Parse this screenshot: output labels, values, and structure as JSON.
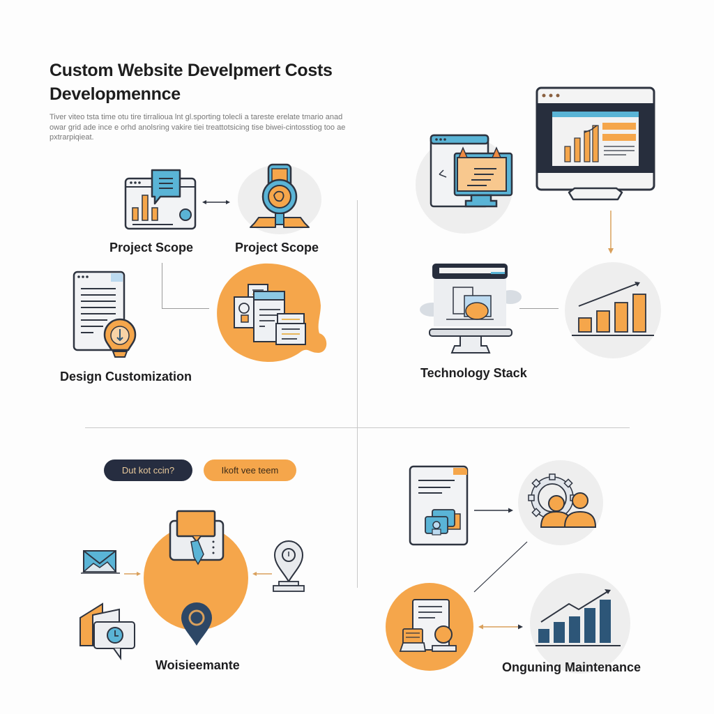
{
  "header": {
    "title_line1": "Custom Website Develpmert Costs",
    "title_line2": "Developmennce",
    "description": "Tiver viteo tsta time otu tire tirralioua lnt gl.sporting tolecli a tareste erelate tmario anad owar grid ade ince e orhd anolsring vakire tiei treattotsicing tise biwei-cintosstiog too ae pxtrarpiqieat."
  },
  "sections": {
    "project_scope_left": {
      "label": "Project Scope"
    },
    "project_scope_right": {
      "label": "Project Scope"
    },
    "design_customization": {
      "label": "Design Customization"
    },
    "technology_stack": {
      "label": "Technology Stack"
    },
    "bottom_left": {
      "label": "Woisieemante"
    },
    "ongoing_maintenance": {
      "label": "Onguning Maintenance"
    }
  },
  "buttons": {
    "dark_pill": "Dut kot ccin?",
    "orange_pill": "Ikoft vee teem"
  },
  "icons": {
    "dashboard-chat": "browser window with bar chart and chat bubble",
    "magnifier-trophy": "magnifying glass over device with stacked bars",
    "document-bulb": "document with lightbulb",
    "documents-collage": "stacked documents on orange blob",
    "browser-code": "browser window with code editor",
    "monitor-dashboard": "desktop monitor with analytics dashboard",
    "tech-monitor-clouds": "monitor with clouds",
    "growth-chart-orange": "rising bar chart with arrow",
    "envelope": "mail envelope",
    "chat-laptop": "chat bubble over laptop",
    "location-pin-stand": "map pin on stand",
    "chat-clock": "folder and chat bubble with clock",
    "location-pin-dark": "dark map pin",
    "document-devices": "document with devices",
    "gear-people": "gear with two people",
    "workspace": "document with printer and person",
    "growth-chart-blue": "rising blue bar chart with arrow"
  },
  "colors": {
    "orange": "#f5a64b",
    "navy": "#262d40",
    "blue": "#5ab4d6",
    "dark_blue": "#2d5678",
    "light_gray_circle": "#eeeeee",
    "outline": "#2e3440"
  }
}
